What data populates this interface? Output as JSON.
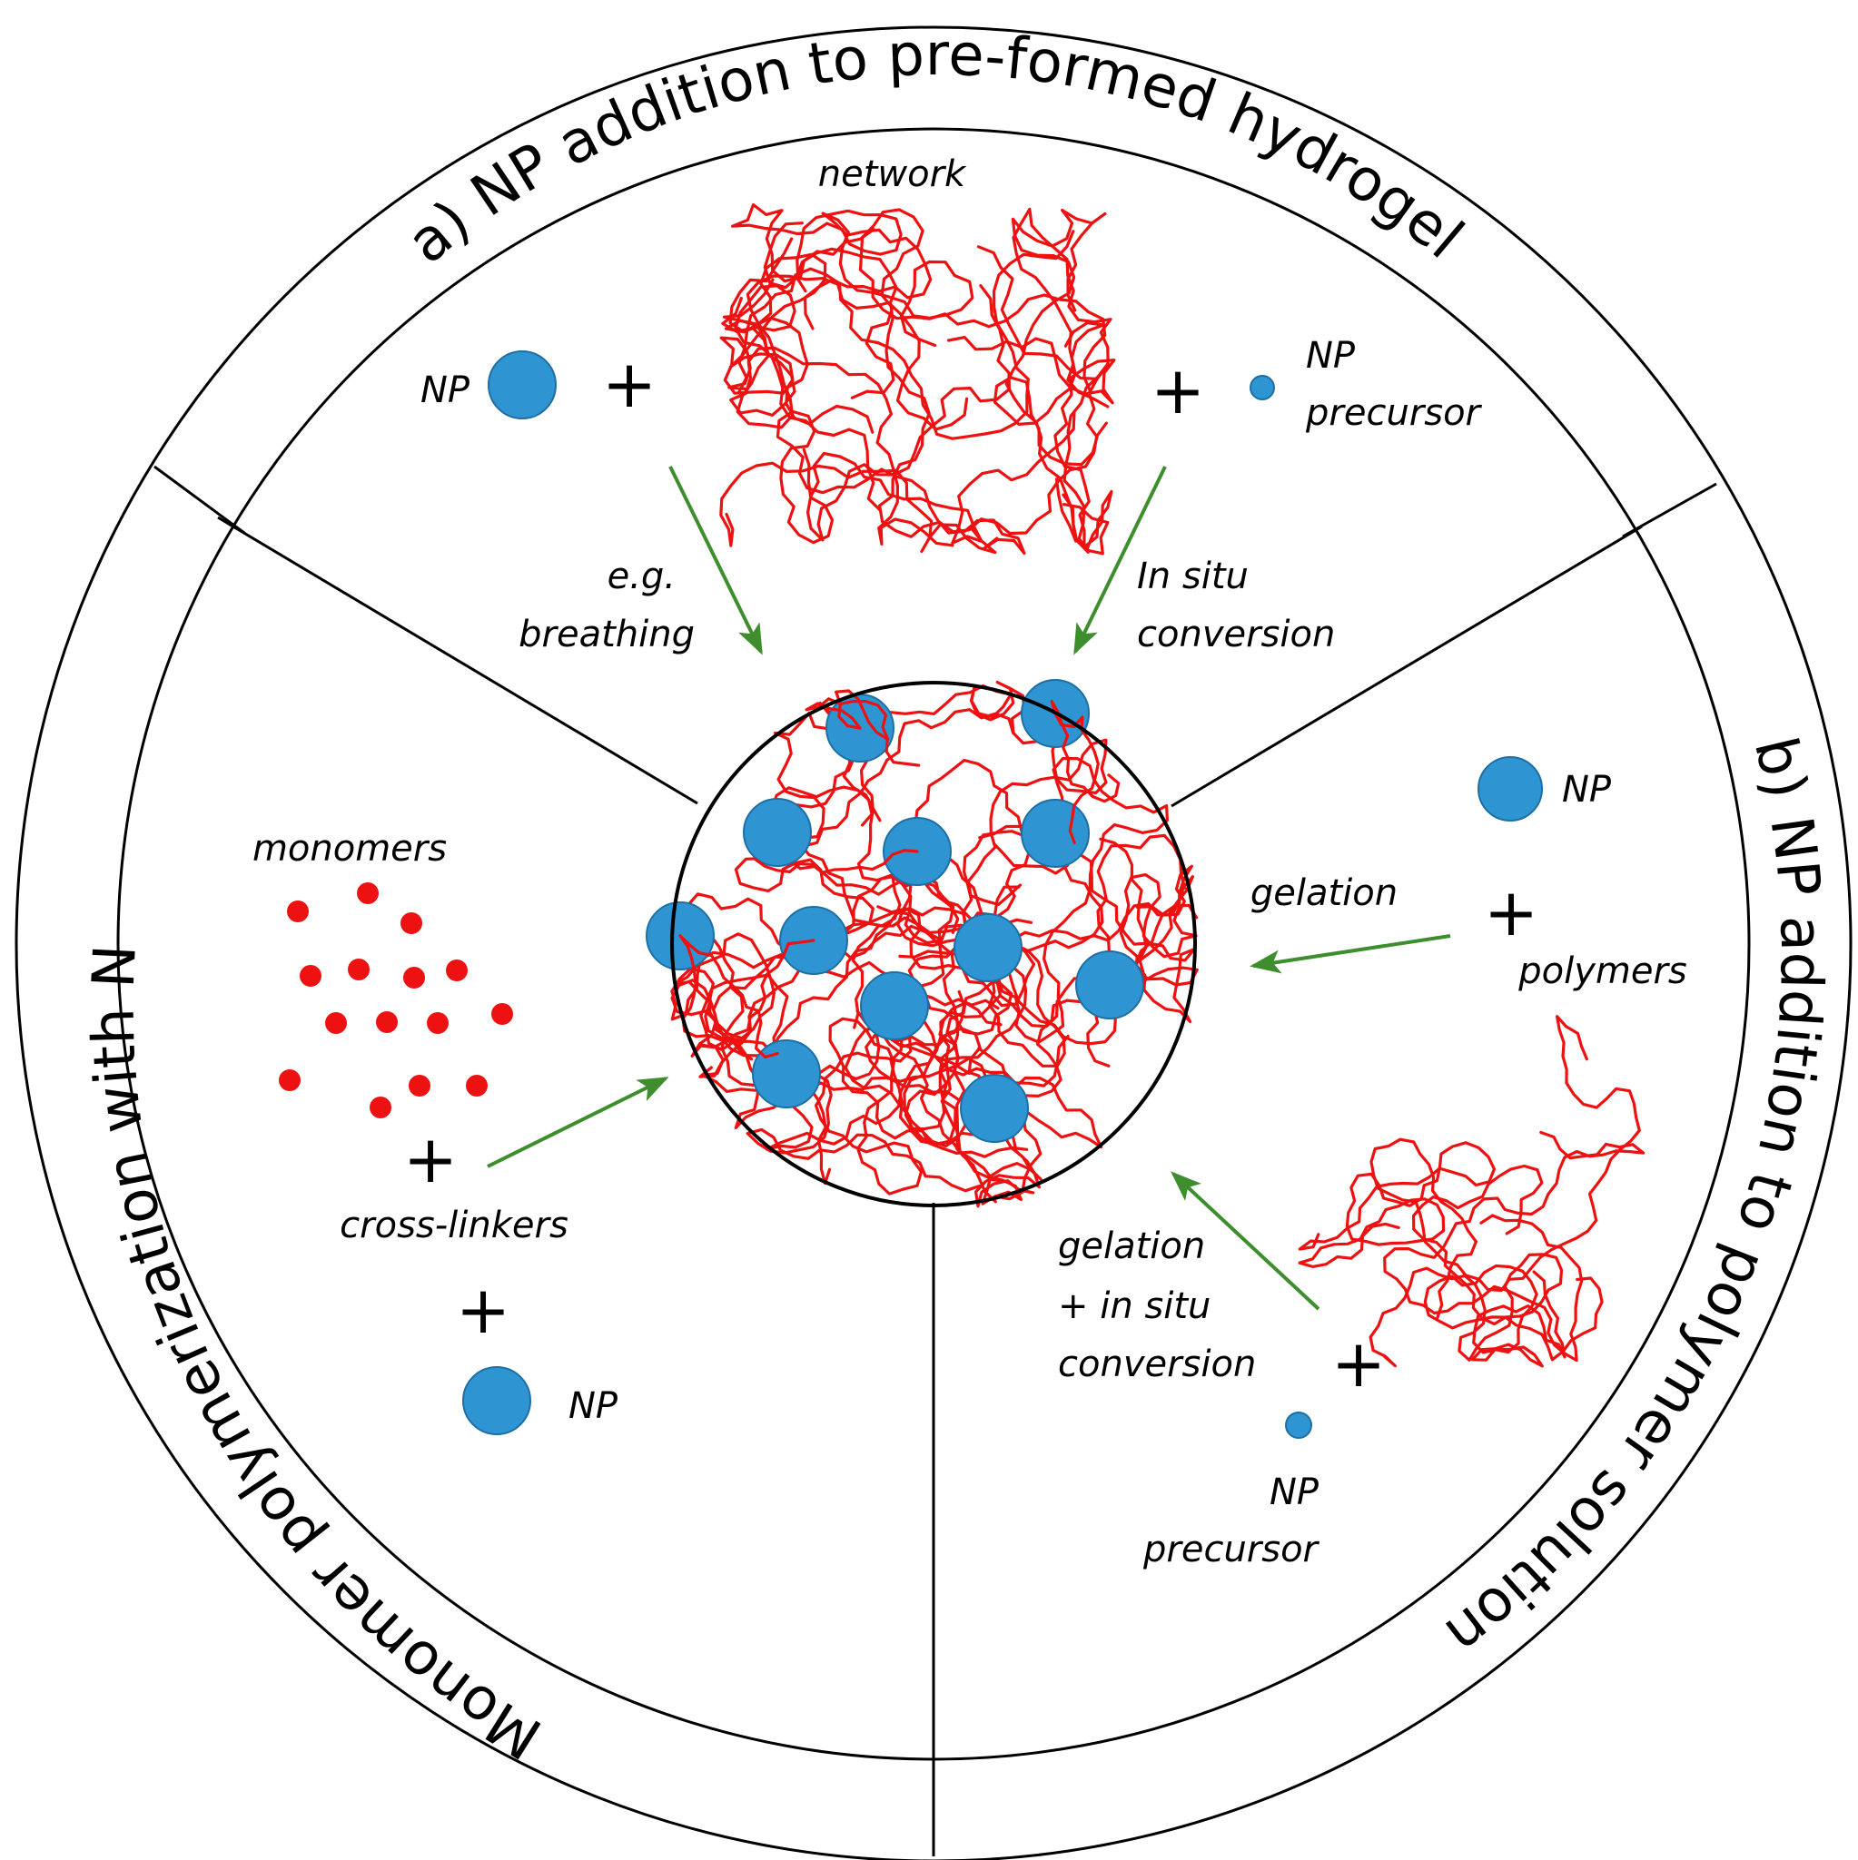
{
  "titles": {
    "a": "(a) NP addition to pre-formed hydrogels",
    "b": "(b) NP addition to polymer solutions",
    "c": "(c) Monomer polymerization with NPs"
  },
  "section_a": {
    "network": "network",
    "np": "NP",
    "np_precursor_1": "NP",
    "np_precursor_2": "precursor",
    "breathing_1": "e.g.",
    "breathing_2": "breathing",
    "insitu_1": "In situ",
    "insitu_2": "conversion"
  },
  "section_b": {
    "np": "NP",
    "gelation": "gelation",
    "polymers": "polymers",
    "gel_insitu_1": "gelation",
    "gel_insitu_2": "+ in situ",
    "gel_insitu_3": "conversion",
    "np_precursor_1": "NP",
    "np_precursor_2": "precursor"
  },
  "section_c": {
    "monomers": "monomers",
    "crosslinkers": "cross-linkers",
    "np": "NP"
  },
  "plus": "+",
  "colors": {
    "nanoparticle": "#2e94d2",
    "polymer": "#ee1111",
    "arrow": "#3e8e2e",
    "outline": "#000000"
  }
}
